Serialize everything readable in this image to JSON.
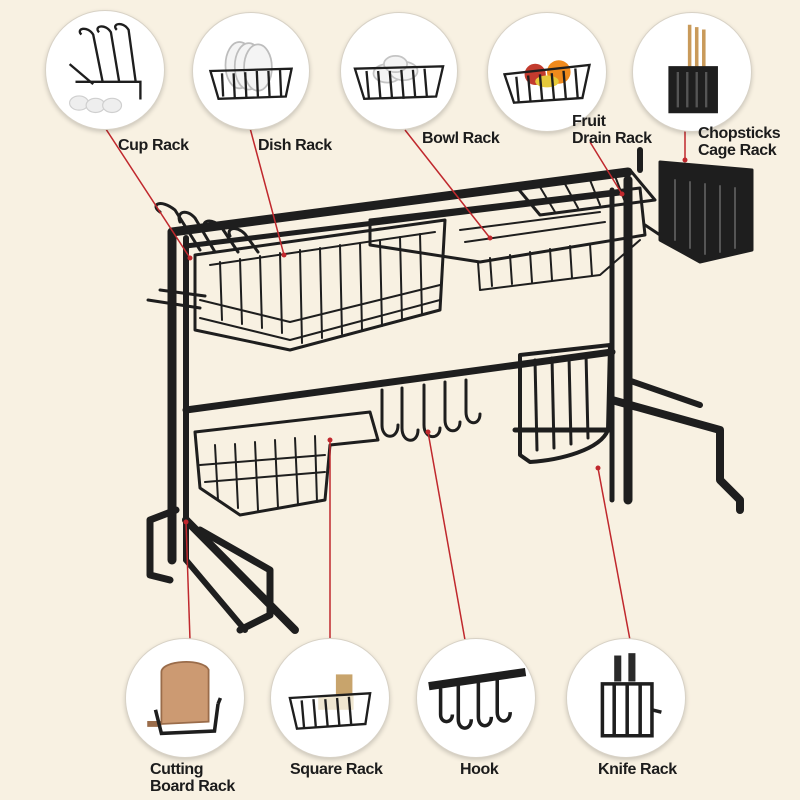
{
  "labels": {
    "cup_rack": "Cup Rack",
    "dish_rack": "Dish Rack",
    "bowl_rack": "Bowl Rack",
    "fruit_drain_rack_line1": "Fruit",
    "fruit_drain_rack_line2": "Drain Rack",
    "chopsticks_cage_rack_line1": "Chopsticks",
    "chopsticks_cage_rack_line2": "Cage Rack",
    "cutting_board_rack_line1": "Cutting",
    "cutting_board_rack_line2": "Board Rack",
    "square_rack": "Square Rack",
    "hook": "Hook",
    "knife_rack": "Knife Rack"
  },
  "colors": {
    "background": "#f8f1e2",
    "metal": "#1e1e1e",
    "leader_line": "#c0282d",
    "circle_fill": "#ffffff"
  },
  "icons": {
    "cup_rack": "cup-rack-icon",
    "dish_rack": "dish-rack-icon",
    "bowl_rack": "bowl-rack-icon",
    "fruit_drain_rack": "fruit-basket-icon",
    "chopsticks_cage_rack": "chopsticks-holder-icon",
    "cutting_board_rack": "cutting-board-icon",
    "square_rack": "square-basket-icon",
    "hook": "hook-icon",
    "knife_rack": "knife-holder-icon"
  }
}
